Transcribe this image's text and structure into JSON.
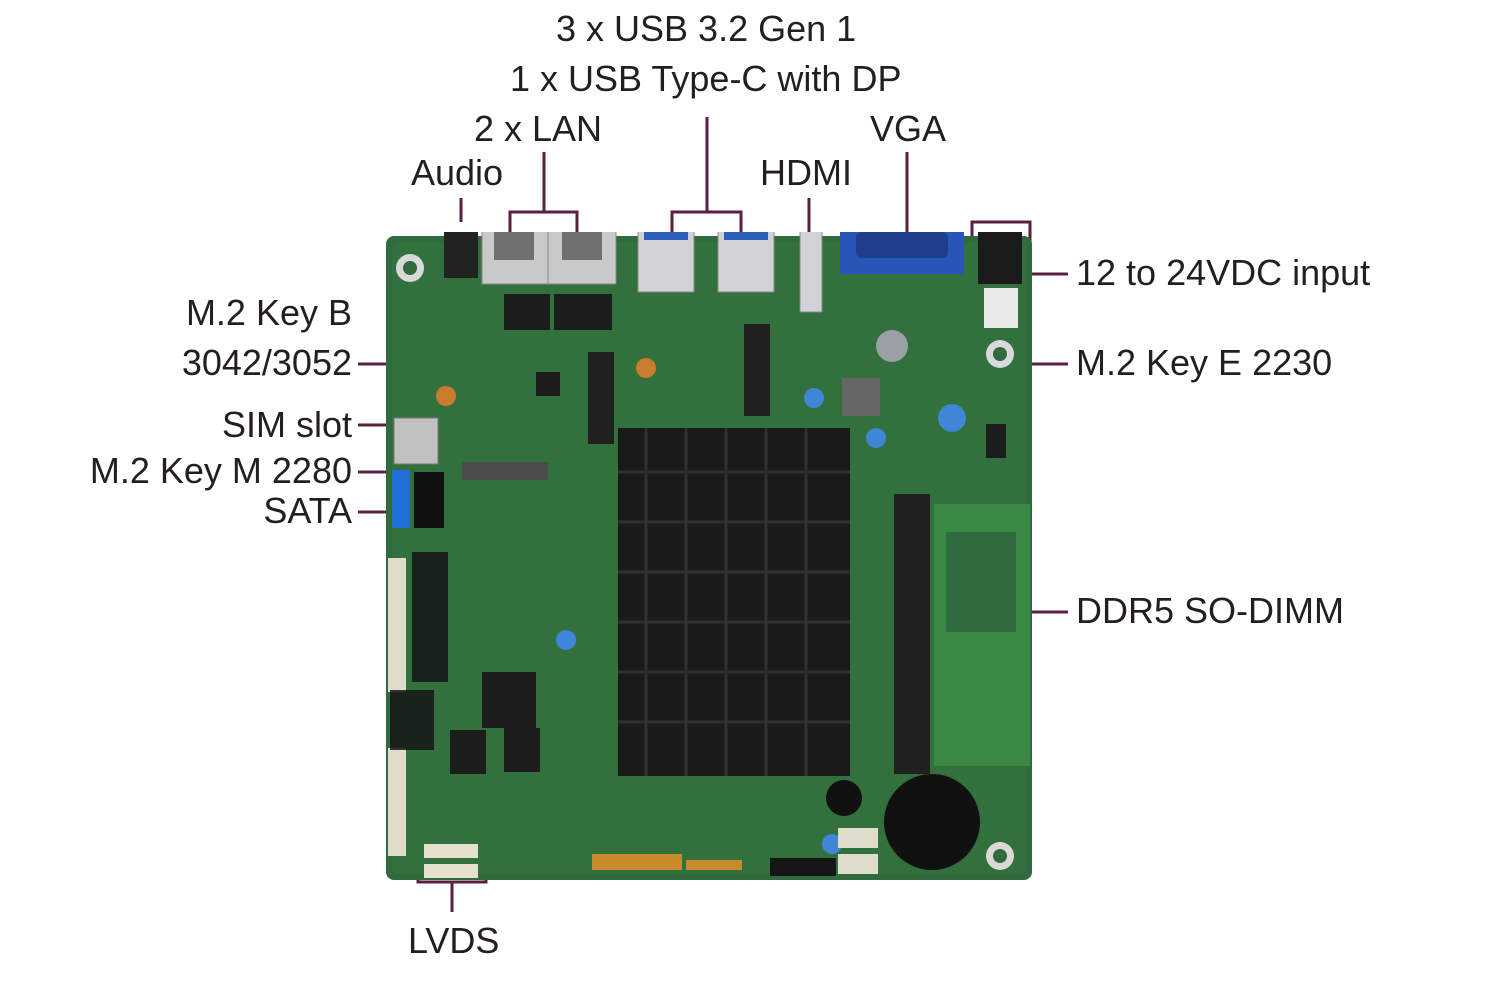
{
  "labels": {
    "usb32": "3 x USB 3.2 Gen 1",
    "usbc": "1 x USB Type-C with DP",
    "lan": "2 x LAN",
    "audio": "Audio",
    "hdmi": "HDMI",
    "vga": "VGA",
    "dc_input": "12 to 24VDC input",
    "m2_key_b_line1": "M.2 Key B",
    "m2_key_b_line2": "3042/3052",
    "m2_key_e": "M.2 Key E 2230",
    "sim_slot": "SIM slot",
    "m2_key_m": "M.2 Key M 2280",
    "sata": "SATA",
    "ddr5": "DDR5 SO-DIMM",
    "lvds": "LVDS"
  },
  "colors": {
    "leader_line": "#5b1f3f",
    "pcb": "#2f6b3e",
    "heatsink": "#1a1a1a",
    "text": "#231f20"
  }
}
